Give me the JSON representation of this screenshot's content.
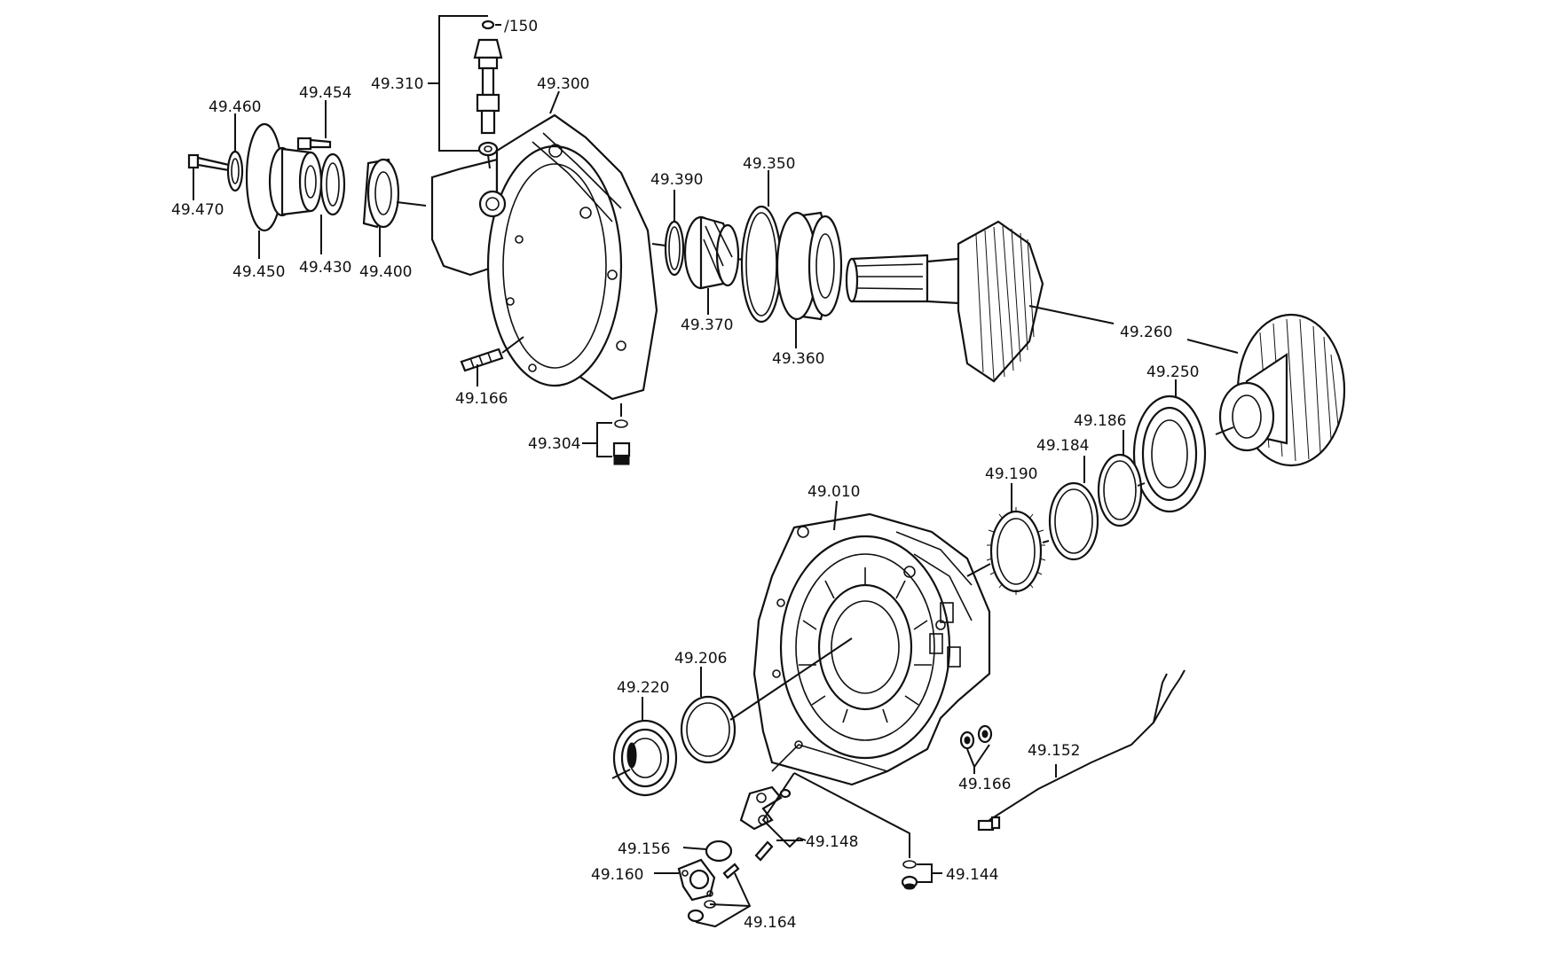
{
  "labels": {
    "p150": "/150",
    "p49_310": "49.310",
    "p49_300": "49.300",
    "p49_454": "49.454",
    "p49_460": "49.460",
    "p49_470": "49.470",
    "p49_450": "49.450",
    "p49_430": "49.430",
    "p49_400": "49.400",
    "p49_390": "49.390",
    "p49_350": "49.350",
    "p49_370": "49.370",
    "p49_360": "49.360",
    "p49_260": "49.260",
    "p49_166_top": "49.166",
    "p49_304": "49.304",
    "p49_250": "49.250",
    "p49_186": "49.186",
    "p49_184": "49.184",
    "p49_190": "49.190",
    "p49_010": "49.010",
    "p49_206": "49.206",
    "p49_220": "49.220",
    "p49_152": "49.152",
    "p49_166_bottom": "49.166",
    "p49_156": "49.156",
    "p49_148": "49.148",
    "p49_160": "49.160",
    "p49_144": "49.144",
    "p49_164": "49.164"
  }
}
